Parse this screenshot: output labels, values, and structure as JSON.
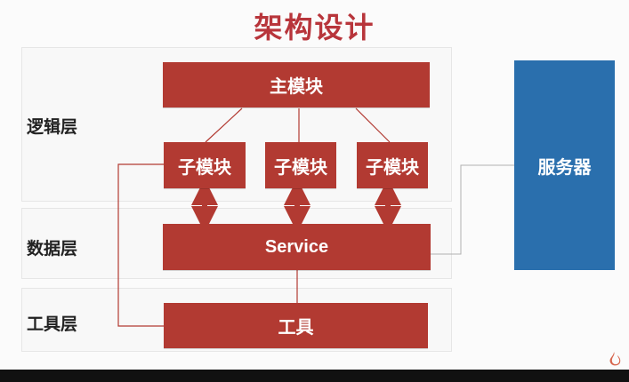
{
  "title": "架构设计",
  "layers": {
    "logic": "逻辑层",
    "data": "数据层",
    "tools": "工具层"
  },
  "boxes": {
    "main": "主模块",
    "sub1": "子模块",
    "sub2": "子模块",
    "sub3": "子模块",
    "service": "Service",
    "tool": "工具",
    "server": "服务器"
  },
  "colors": {
    "box": "#b23a32",
    "server": "#2a6fad",
    "title": "#b8353b"
  }
}
